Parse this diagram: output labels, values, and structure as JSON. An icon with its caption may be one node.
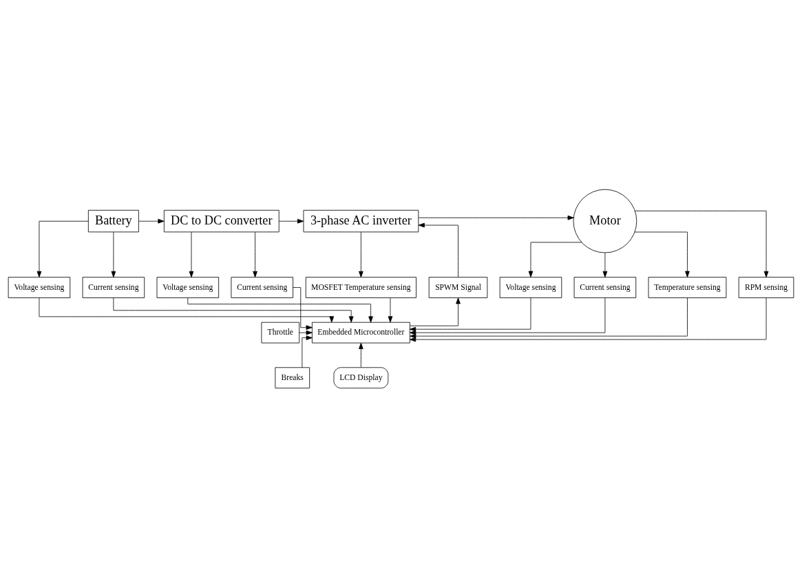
{
  "diagram": {
    "nodes": [
      {
        "text": [
          "Battery"
        ]
      },
      {
        "text": [
          "DC to DC converter"
        ]
      },
      {
        "text": [
          "3-phase AC inverter"
        ]
      },
      {
        "text": [
          "Motor"
        ]
      },
      {
        "text": [
          "Voltage sensing"
        ]
      },
      {
        "text": [
          "Current sensing"
        ]
      },
      {
        "text": [
          "Voltage sensing"
        ]
      },
      {
        "text": [
          "Current sensing"
        ]
      },
      {
        "text": [
          "SPWM Signal"
        ]
      },
      {
        "text": [
          "MOSFET Temperature sensing"
        ]
      },
      {
        "text": [
          "Voltage sensing"
        ]
      },
      {
        "text": [
          "Current sensing"
        ]
      },
      {
        "text": [
          "Temperature sensing"
        ]
      },
      {
        "text": [
          "RPM sensing"
        ]
      },
      {
        "text": [
          "Embedded Microcontroller"
        ]
      },
      {
        "text": [
          "Throttle"
        ]
      },
      {
        "text": [
          "Breaks"
        ]
      },
      {
        "text": [
          "LCD Display"
        ]
      }
    ],
    "edges": [
      {
        "from": 0,
        "to": 1,
        "arrow": "to"
      },
      {
        "from": 1,
        "to": 2,
        "arrow": "to"
      },
      {
        "from": 2,
        "to": 3,
        "arrow": "to"
      },
      {
        "from": 0,
        "to": 4,
        "arrow": "to"
      },
      {
        "from": 0,
        "to": 5,
        "arrow": "to"
      },
      {
        "from": 1,
        "to": 6,
        "arrow": "to"
      },
      {
        "from": 1,
        "to": 7,
        "arrow": "to"
      },
      {
        "from": 8,
        "to": 2,
        "arrow": "to"
      },
      {
        "from": 2,
        "to": 9,
        "arrow": "to"
      },
      {
        "from": 3,
        "to": 10,
        "arrow": "to"
      },
      {
        "from": 3,
        "to": 11,
        "arrow": "to"
      },
      {
        "from": 3,
        "to": 12,
        "arrow": "to"
      },
      {
        "from": 3,
        "to": 13,
        "arrow": "to"
      },
      {
        "from": 4,
        "to": 14,
        "arrow": "to"
      },
      {
        "from": 5,
        "to": 14,
        "arrow": "to"
      },
      {
        "from": 6,
        "to": 14,
        "arrow": "to"
      },
      {
        "from": 7,
        "to": 14,
        "arrow": "to"
      },
      {
        "from": 14,
        "to": 8,
        "arrow": "to"
      },
      {
        "from": 9,
        "to": 14,
        "arrow": "to"
      },
      {
        "from": 10,
        "to": 14,
        "arrow": "to"
      },
      {
        "from": 11,
        "to": 14,
        "arrow": "to"
      },
      {
        "from": 12,
        "to": 14,
        "arrow": "to"
      },
      {
        "from": 13,
        "to": 14,
        "arrow": "to"
      },
      {
        "from": 15,
        "to": 14,
        "arrow": "to"
      },
      {
        "from": 16,
        "to": 14,
        "arrow": "to"
      },
      {
        "from": 17,
        "to": 14,
        "arrow": "to"
      }
    ]
  }
}
